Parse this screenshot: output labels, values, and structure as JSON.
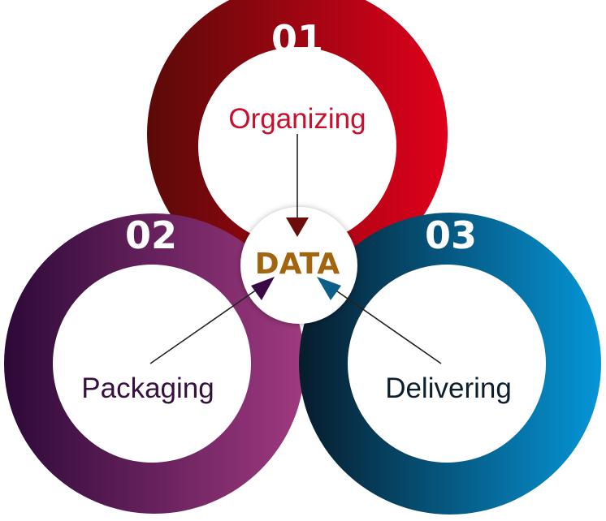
{
  "center": {
    "label": "DATA",
    "color": "#a3640f"
  },
  "steps": [
    {
      "number": "01",
      "label": "Organizing",
      "label_color": "#c8102e",
      "gradient": [
        "#5a0a08",
        "#e0001b"
      ],
      "arrow_color": "#6b0d0b"
    },
    {
      "number": "02",
      "label": "Packaging",
      "label_color": "#36103f",
      "gradient": [
        "#2d0938",
        "#a03a80"
      ],
      "arrow_color": "#3a0a45"
    },
    {
      "number": "03",
      "label": "Delivering",
      "label_color": "#0d1e2e",
      "gradient": [
        "#071c2c",
        "#0596d8"
      ],
      "arrow_color": "#0b5f88"
    }
  ]
}
